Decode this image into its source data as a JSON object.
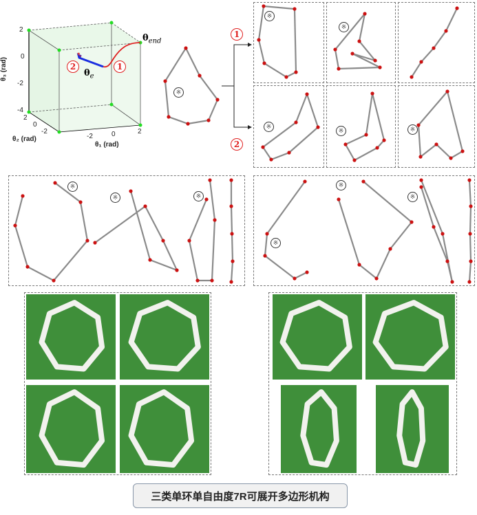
{
  "plot3d": {
    "zticks": [
      "2",
      "0",
      "-2",
      "-4"
    ],
    "yticks": [
      "2",
      "0",
      "-2"
    ],
    "xticks": [
      "-2",
      "0",
      "2"
    ],
    "xlabel": "θ₁ (rad)",
    "ylabel": "θ₂ (rad)",
    "zlabel": "θ₃ (rad)",
    "theta_end": "θ",
    "theta_end_sub": "end",
    "theta_e": "θ",
    "theta_e_sub": "e",
    "path1_label": "1",
    "path2_label": "2"
  },
  "branches": {
    "label1": "1",
    "label2": "2"
  },
  "marker_symbol": "※",
  "colors": {
    "link": "#8a8a8a",
    "joint": "#cc1111",
    "photo_bg": "#3f8f3a",
    "cube": "#e6f7e6",
    "path1": "#e02020",
    "path2": "#1a2ee0"
  },
  "caption": "三类单环单自由度7R可展开多边形机构"
}
